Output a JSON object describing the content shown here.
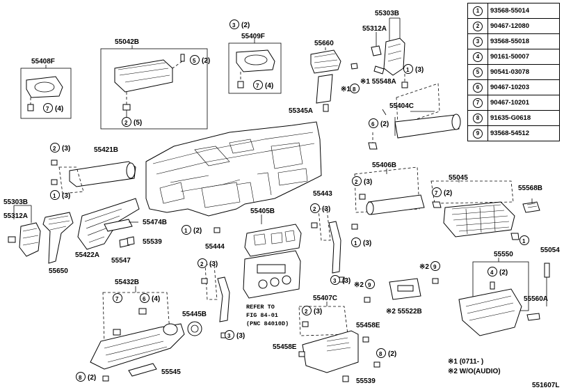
{
  "legend": [
    {
      "key": "1",
      "part": "93568-55014"
    },
    {
      "key": "2",
      "part": "90467-12080"
    },
    {
      "key": "3",
      "part": "93568-55018"
    },
    {
      "key": "4",
      "part": "90161-50007"
    },
    {
      "key": "5",
      "part": "90541-03078"
    },
    {
      "key": "6",
      "part": "90467-10203"
    },
    {
      "key": "7",
      "part": "90467-10201"
    },
    {
      "key": "8",
      "part": "91635-G0618"
    },
    {
      "key": "9",
      "part": "93568-54512"
    }
  ],
  "labels": {
    "p55042B": "55042B",
    "p55409F": "55409F",
    "p55408F": "55408F",
    "p55303B_top": "55303B",
    "p55312A_top": "55312A",
    "p55660": "55660",
    "p55548A": "※1 55548A",
    "p55345A": "55345A",
    "p55404C": "55404C",
    "p55421B": "55421B",
    "p55406B": "55406B",
    "p55045": "55045",
    "p55568B": "55568B",
    "p55303B_left": "55303B",
    "p55312A_left": "55312A",
    "p55474B": "55474B",
    "p55443": "55443",
    "p55405B": "55405B",
    "p55539_a": "55539",
    "p55422A": "55422A",
    "p55547": "55547",
    "p55650": "55650",
    "p55550": "55550",
    "p55054": "55054",
    "p55444": "55444",
    "p55560A": "55560A",
    "p55522B": "※2 55522B",
    "p55432B": "55432B",
    "p55445B": "55445B",
    "p55407C": "55407C",
    "p55458E_a": "55458E",
    "p55458E_b": "55458E",
    "p55545": "55545",
    "p55539_b": "55539",
    "fig_code": "551607L"
  },
  "callouts": {
    "c_3_2_top": "(2)",
    "c_5_2": "(2)",
    "c_2_5": "(5)",
    "c_7_4_409": "(4)",
    "c_7_4_408": "(4)",
    "c_1_3_303": "(3)",
    "c_x1_8": "※1",
    "c_6_2": "(2)",
    "c_2_3_421": "(3)",
    "c_1_3_421": "(3)",
    "c_2_3_406": "(3)",
    "c_7_2_045": "(2)",
    "c_2_3_443": "(3)",
    "c_1_3_443": "(3)",
    "c_1_2_405": "(2)",
    "c_2_3_444": "(3)",
    "c_3_444": "(3)",
    "c_3_443": "(3)",
    "c_4_2_550": "(2)",
    "c_x2_9_top": "※2",
    "c_x2_9_left": "※2",
    "c_6_4_432": "(4)",
    "c_8_2_432": "(2)",
    "c_2_3_407": "(3)",
    "c_8_2_407": "(2)"
  },
  "refer": {
    "line1": "REFER TO",
    "line2": "FIG 84-01",
    "line3": "(PNC 84010D)"
  },
  "notes": {
    "n1": "※1 (0711-      )",
    "n2": "※2 W/O(AUDIO)"
  }
}
